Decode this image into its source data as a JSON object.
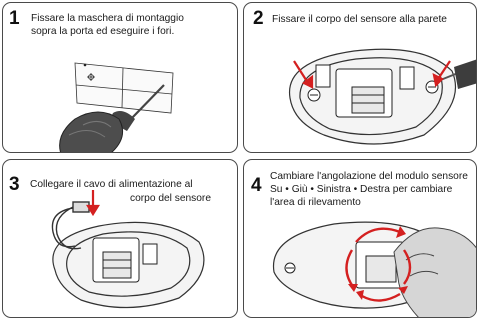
{
  "steps": [
    {
      "number": "1",
      "lines": [
        "Fissare la maschera di montaggio",
        "sopra la porta ed eseguire i fori."
      ]
    },
    {
      "number": "2",
      "lines": [
        "Fissare il corpo del sensore alla parete"
      ]
    },
    {
      "number": "3",
      "lines": [
        "Collegare il cavo di alimentazione al",
        "corpo del sensore"
      ]
    },
    {
      "number": "4",
      "lines": [
        "Cambiare l'angolazione del modulo sensore",
        "Su • Giù • Sinistra • Destra per cambiare",
        "l'area di rilevamento"
      ]
    }
  ],
  "colors": {
    "arrow": "#d42020",
    "border": "#4a4a4a"
  }
}
